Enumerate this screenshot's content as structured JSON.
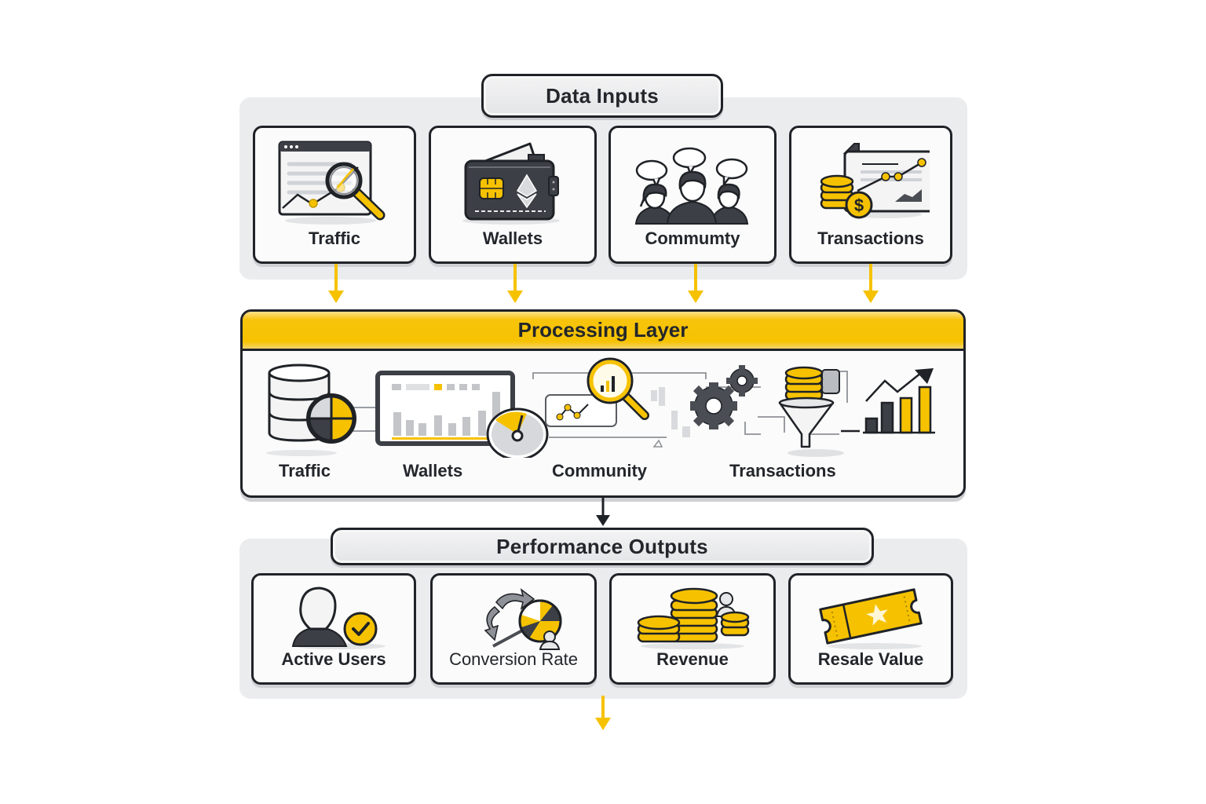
{
  "diagram": {
    "inputs": {
      "title": "Data Inputs",
      "items": [
        {
          "label": "Traffic",
          "icon": "browser-magnifier-chart-icon"
        },
        {
          "label": "Wallets",
          "icon": "crypto-wallet-icon"
        },
        {
          "label": "Commumty",
          "icon": "community-chat-icon"
        },
        {
          "label": "Transactions",
          "icon": "coins-chart-icon"
        }
      ]
    },
    "processing": {
      "title": "Processing Layer",
      "labels": [
        "Traffic",
        "Wallets",
        "Community",
        "Transactions"
      ],
      "icons": [
        "database-pie-icon",
        "dashboard-monitor-icon",
        "gauge-icon",
        "magnifier-analytics-icon",
        "gears-icon",
        "coins-funnel-icon",
        "growth-bar-chart-icon"
      ]
    },
    "outputs": {
      "title": "Performance Outputs",
      "items": [
        {
          "label": "Active Users",
          "icon": "user-check-icon"
        },
        {
          "label": "Conversion Rate",
          "icon": "conversion-pie-icon"
        },
        {
          "label": "Revenue",
          "icon": "coin-stacks-icon"
        },
        {
          "label": "Resale Value",
          "icon": "ticket-star-icon"
        }
      ]
    },
    "colors": {
      "accent": "#f6c200",
      "outline": "#1f2227",
      "panel": "#ebecee",
      "dark_fill": "#3c3f45"
    }
  }
}
